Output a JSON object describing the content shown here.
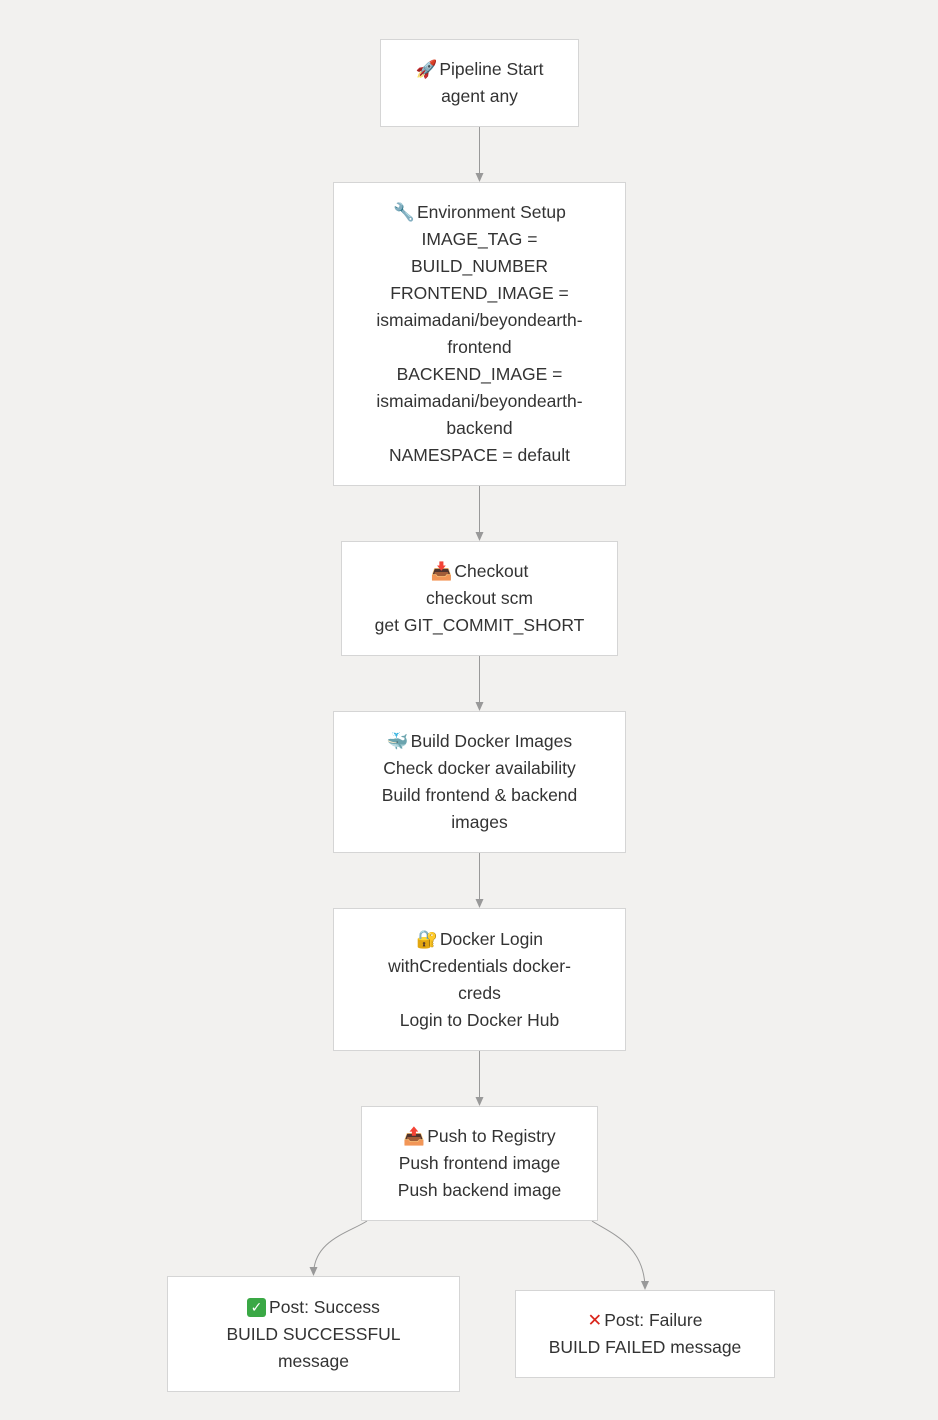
{
  "diagram": {
    "nodes": [
      {
        "id": "start",
        "icon": "🚀",
        "icon_name": "rocket-icon",
        "title": "Pipeline Start",
        "lines": [
          "agent any"
        ]
      },
      {
        "id": "env",
        "icon": "🔧",
        "icon_name": "wrench-icon",
        "title": "Environment Setup",
        "lines": [
          "IMAGE_TAG =",
          "BUILD_NUMBER",
          "FRONTEND_IMAGE =",
          "ismaimadani/beyondearth-",
          "frontend",
          "BACKEND_IMAGE =",
          "ismaimadani/beyondearth-",
          "backend",
          "NAMESPACE = default"
        ]
      },
      {
        "id": "checkout",
        "icon": "📥",
        "icon_name": "inbox-tray-icon",
        "title": "Checkout",
        "lines": [
          "checkout scm",
          "get GIT_COMMIT_SHORT"
        ]
      },
      {
        "id": "build",
        "icon": "🐳",
        "icon_name": "whale-icon",
        "title": "Build Docker Images",
        "lines": [
          "Check docker availability",
          "Build frontend & backend",
          "images"
        ]
      },
      {
        "id": "login",
        "icon": "🔐",
        "icon_name": "locked-with-key-icon",
        "title": "Docker Login",
        "lines": [
          "withCredentials docker-",
          "creds",
          "Login to Docker Hub"
        ]
      },
      {
        "id": "push",
        "icon": "📤",
        "icon_name": "outbox-tray-icon",
        "title": "Push to Registry",
        "lines": [
          "Push frontend image",
          "Push backend image"
        ]
      },
      {
        "id": "success",
        "icon": "✓",
        "icon_name": "check-mark-icon",
        "icon_color": "#3aa845",
        "title": "Post: Success",
        "lines": [
          "BUILD SUCCESSFUL",
          "message"
        ]
      },
      {
        "id": "failure",
        "icon": "✕",
        "icon_name": "cross-mark-icon",
        "icon_color": "#d9261c",
        "title": "Post: Failure",
        "lines": [
          "BUILD FAILED message"
        ]
      }
    ],
    "edges": [
      {
        "from": "start",
        "to": "env"
      },
      {
        "from": "env",
        "to": "checkout"
      },
      {
        "from": "checkout",
        "to": "build"
      },
      {
        "from": "build",
        "to": "login"
      },
      {
        "from": "login",
        "to": "push"
      },
      {
        "from": "push",
        "to": "success"
      },
      {
        "from": "push",
        "to": "failure"
      }
    ],
    "colors": {
      "background": "#f2f1ef",
      "node_fill": "#ffffff",
      "node_border": "#d5d5d5",
      "edge": "#999999",
      "text": "#333333"
    }
  }
}
